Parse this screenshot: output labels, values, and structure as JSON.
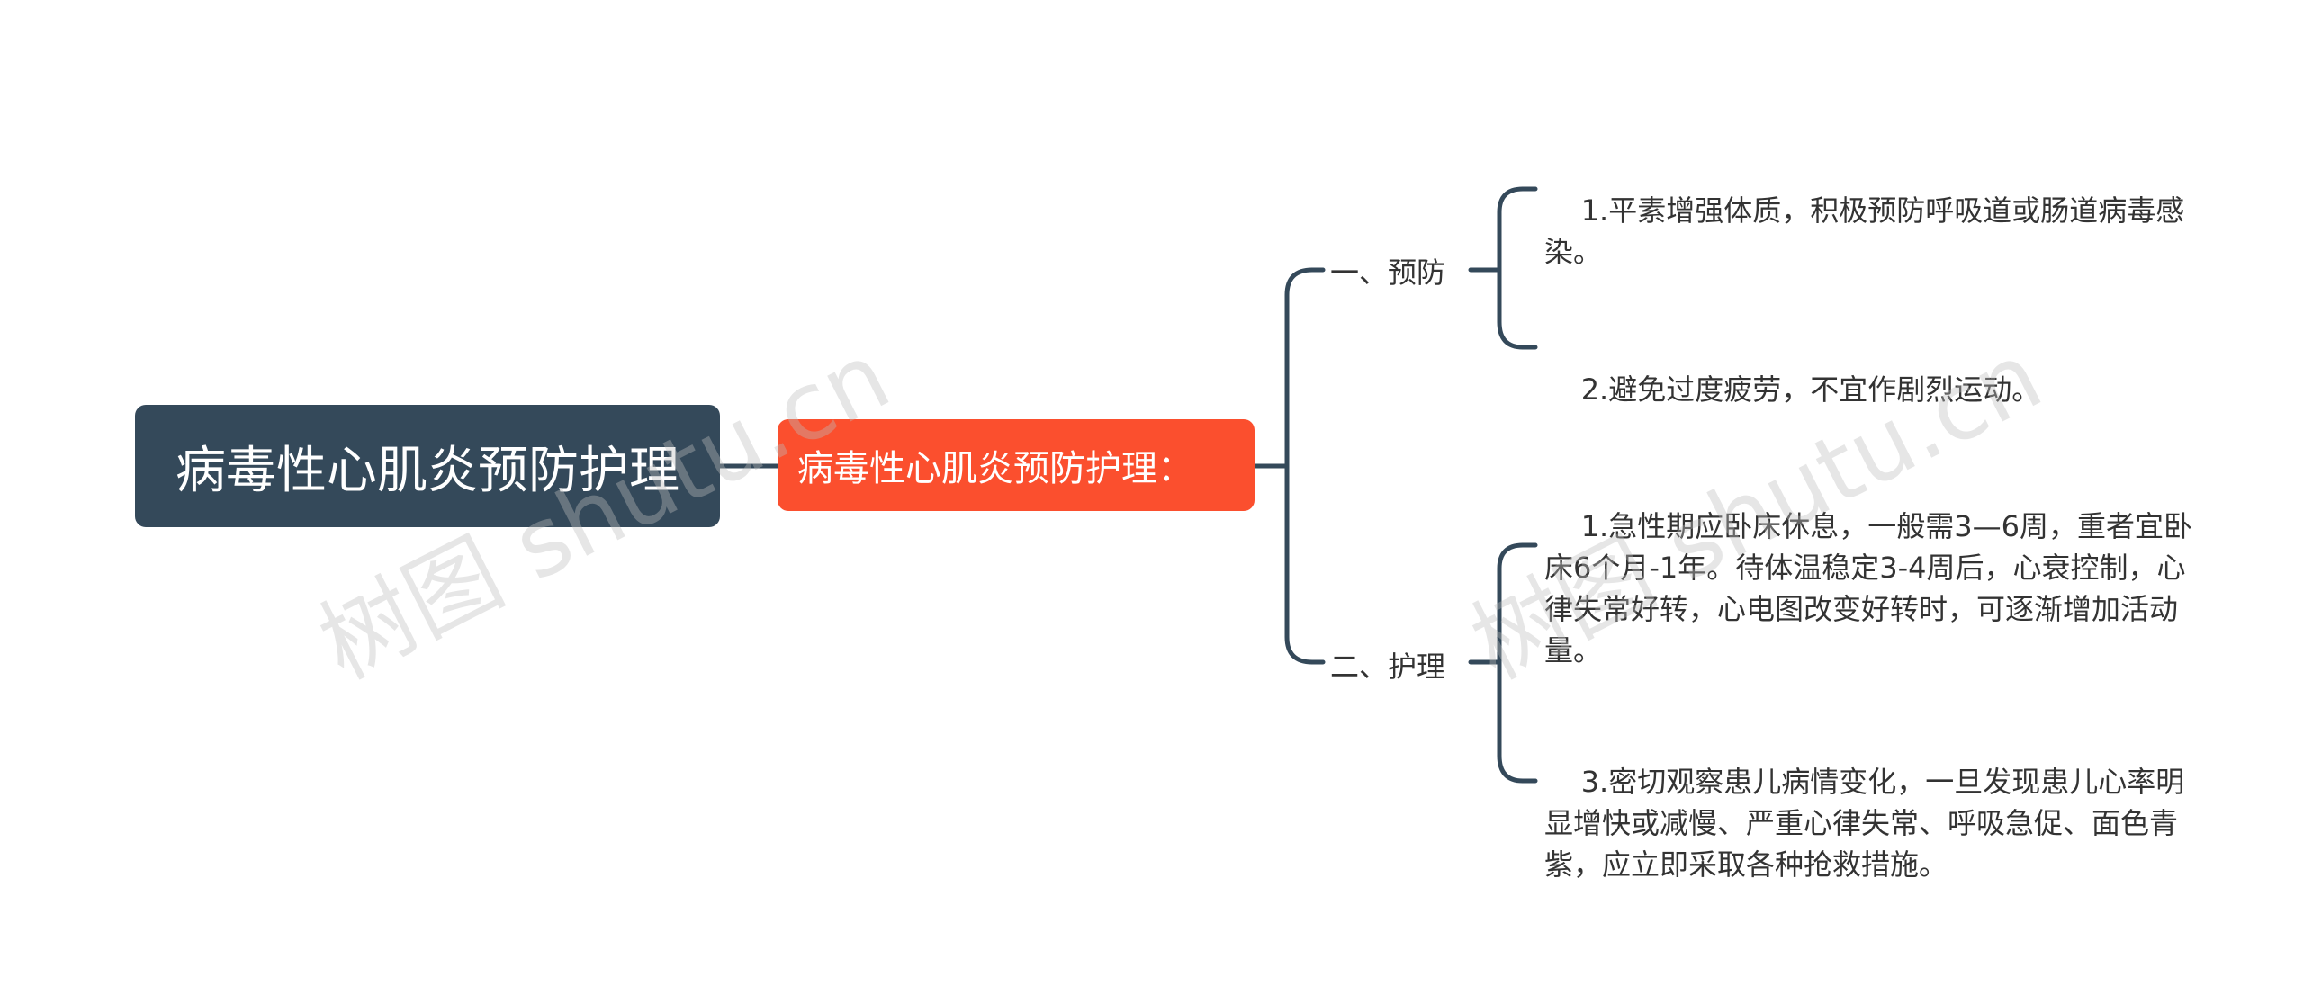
{
  "mindmap": {
    "root": "病毒性心肌炎预防护理",
    "sub": "病毒性心肌炎预防护理：",
    "branches": [
      {
        "label": "一、预防",
        "items": [
          "1.平素增强体质，积极预防呼吸道或肠道病毒感染。",
          "2.避免过度疲劳，不宜作剧烈运动。"
        ]
      },
      {
        "label": "二、护理",
        "items": [
          "1.急性期应卧床休息，一般需3—6周，重者宜卧床6个月-1年。待体温稳定3-4周后，心衰控制，心律失常好转，心电图改变好转时，可逐渐增加活动量。",
          "3.密切观察患儿病情变化，一旦发现患儿心率明显增快或减慢、严重心律失常、呼吸急促、面色青紫，应立即采取各种抢救措施。"
        ]
      }
    ]
  },
  "watermarks": [
    "树图 shutu.cn",
    "树图 shutu.cn"
  ],
  "colors": {
    "root_bg": "#34495a",
    "sub_bg": "#fb4f2e",
    "line": "#34495a",
    "text": "#333333"
  }
}
